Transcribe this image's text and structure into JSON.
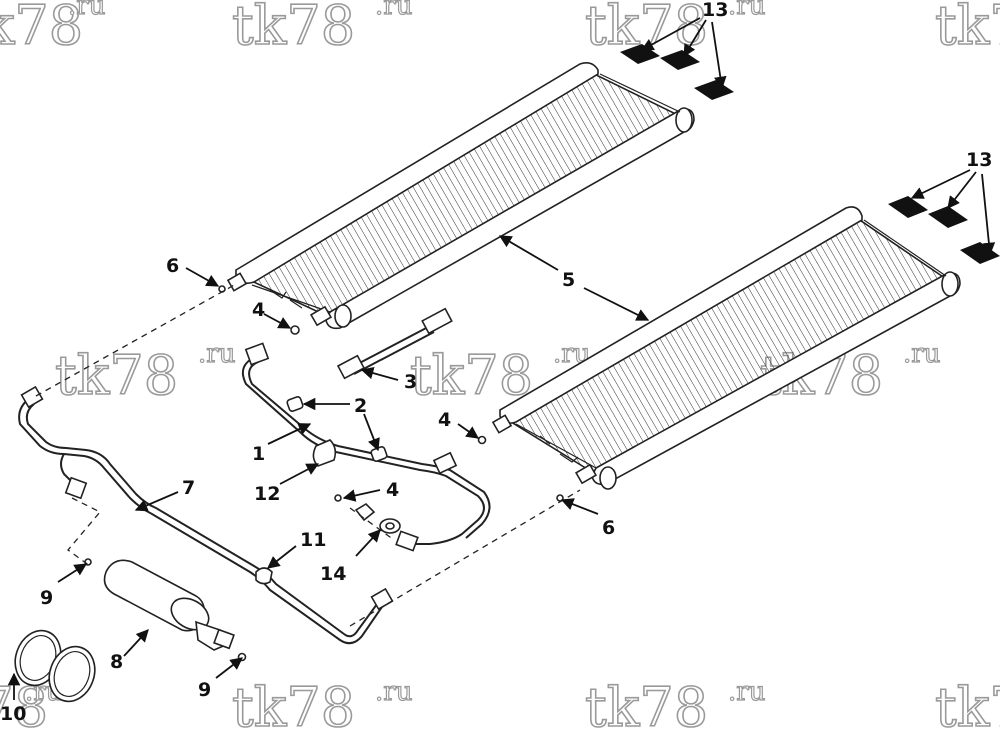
{
  "watermark": {
    "main": "tk78",
    "suffix": ".ru"
  },
  "labels": {
    "l1": "1",
    "l2": "2",
    "l3": "3",
    "l4a": "4",
    "l4b": "4",
    "l4c": "4",
    "l5": "5",
    "l6a": "6",
    "l6b": "6",
    "l7": "7",
    "l8": "8",
    "l9a": "9",
    "l9b": "9",
    "l10": "10",
    "l11": "11",
    "l12": "12",
    "l13a": "13",
    "l13b": "13",
    "l14": "14"
  },
  "colors": {
    "ink": "#222222",
    "watermark_outline": "#9a9a9a",
    "background": "#ffffff"
  }
}
